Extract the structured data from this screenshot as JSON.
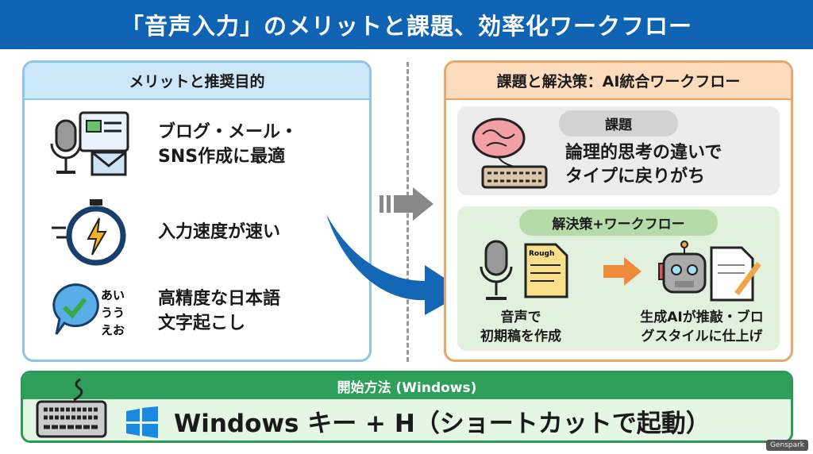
{
  "title": "「音声入力」のメリットと課題、効率化ワークフロー",
  "left": {
    "header": "メリットと推奨目的",
    "items": [
      {
        "icon": "microphone-document-mail-icon",
        "line1": "ブログ・メール・",
        "line2": "SNS作成に最適"
      },
      {
        "icon": "stopwatch-lightning-icon",
        "line1": "入力速度が速い",
        "line2": ""
      },
      {
        "icon": "check-speech-bubble-icon",
        "line1": "高精度な日本語",
        "line2": "文字起こし",
        "kana": [
          "あい",
          "うう",
          "えお"
        ]
      }
    ]
  },
  "right": {
    "header": "課題と解決策：AI統合ワークフロー",
    "issue": {
      "label": "課題",
      "line1": "論理的思考の違いで",
      "line2": "タイプに戻りがち"
    },
    "solution": {
      "label": "解決策+ワークフロー",
      "doc_label": "Rough",
      "step1": {
        "line1": "音声で",
        "line2": "初期稿を作成"
      },
      "step2": {
        "line1": "生成AIが推敲・ブロ",
        "line2": "グスタイルに仕上げ"
      }
    }
  },
  "bottom": {
    "header": "開始方法 (Windows)",
    "shortcut": "Windows キー + H（ショートカットで起動）"
  },
  "watermark": "Genspark",
  "colors": {
    "title": "#0f63b3",
    "left_border": "#8ec3ea",
    "right_border": "#eba56a",
    "green": "#2e9e5a",
    "arrow": "#1467b5"
  }
}
